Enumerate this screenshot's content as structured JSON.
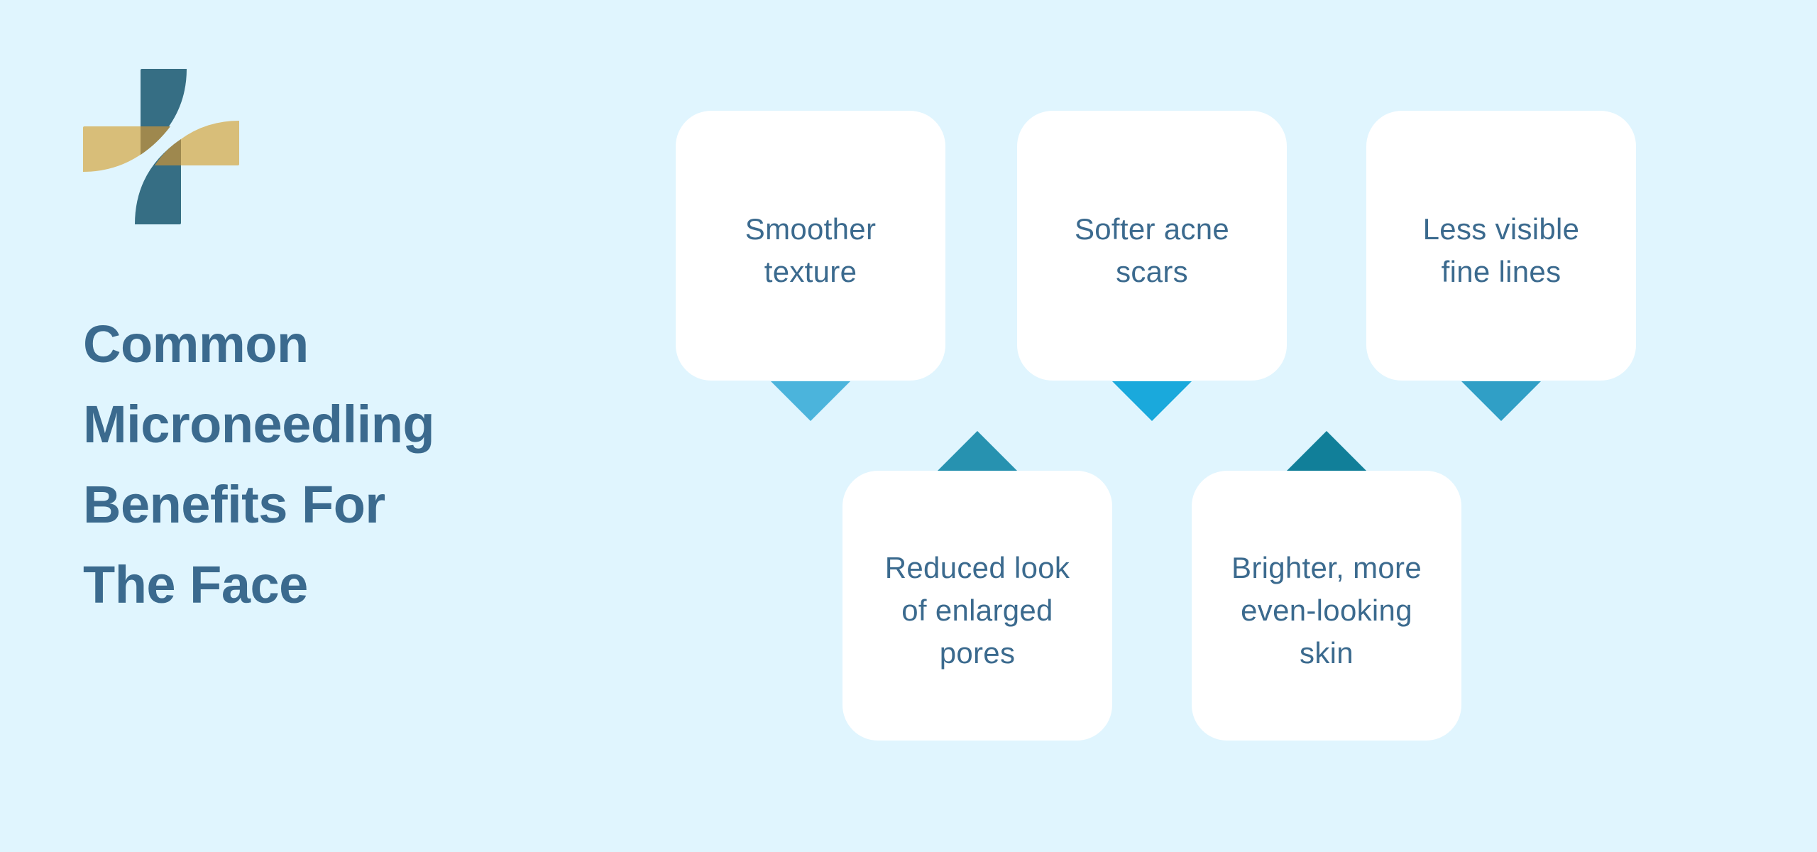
{
  "logo": {
    "icon": "medical-cross-logo-icon",
    "colors": {
      "blue": "#366e84",
      "gold": "#d7b96e",
      "overlap": "#9e884e"
    }
  },
  "title": {
    "lines": [
      "Common",
      "Microneedling",
      "Benefits For",
      "The Face"
    ]
  },
  "benefits": [
    {
      "lines": [
        "Smoother",
        "texture"
      ],
      "pointer": "down",
      "pointer_color": "#4bb4dc"
    },
    {
      "lines": [
        "Softer acne",
        "scars"
      ],
      "pointer": "down",
      "pointer_color": "#1aa9dc"
    },
    {
      "lines": [
        "Less visible",
        "fine lines"
      ],
      "pointer": "down",
      "pointer_color": "#309fc6"
    },
    {
      "lines": [
        "Reduced look",
        "of enlarged",
        "pores"
      ],
      "pointer": "up",
      "pointer_color": "#2792b0"
    },
    {
      "lines": [
        "Brighter, more",
        "even-looking",
        "skin"
      ],
      "pointer": "up",
      "pointer_color": "#117f99"
    }
  ],
  "colors": {
    "background": "#e0f5fe",
    "card": "#ffffff",
    "text": "#3b6a8e"
  }
}
